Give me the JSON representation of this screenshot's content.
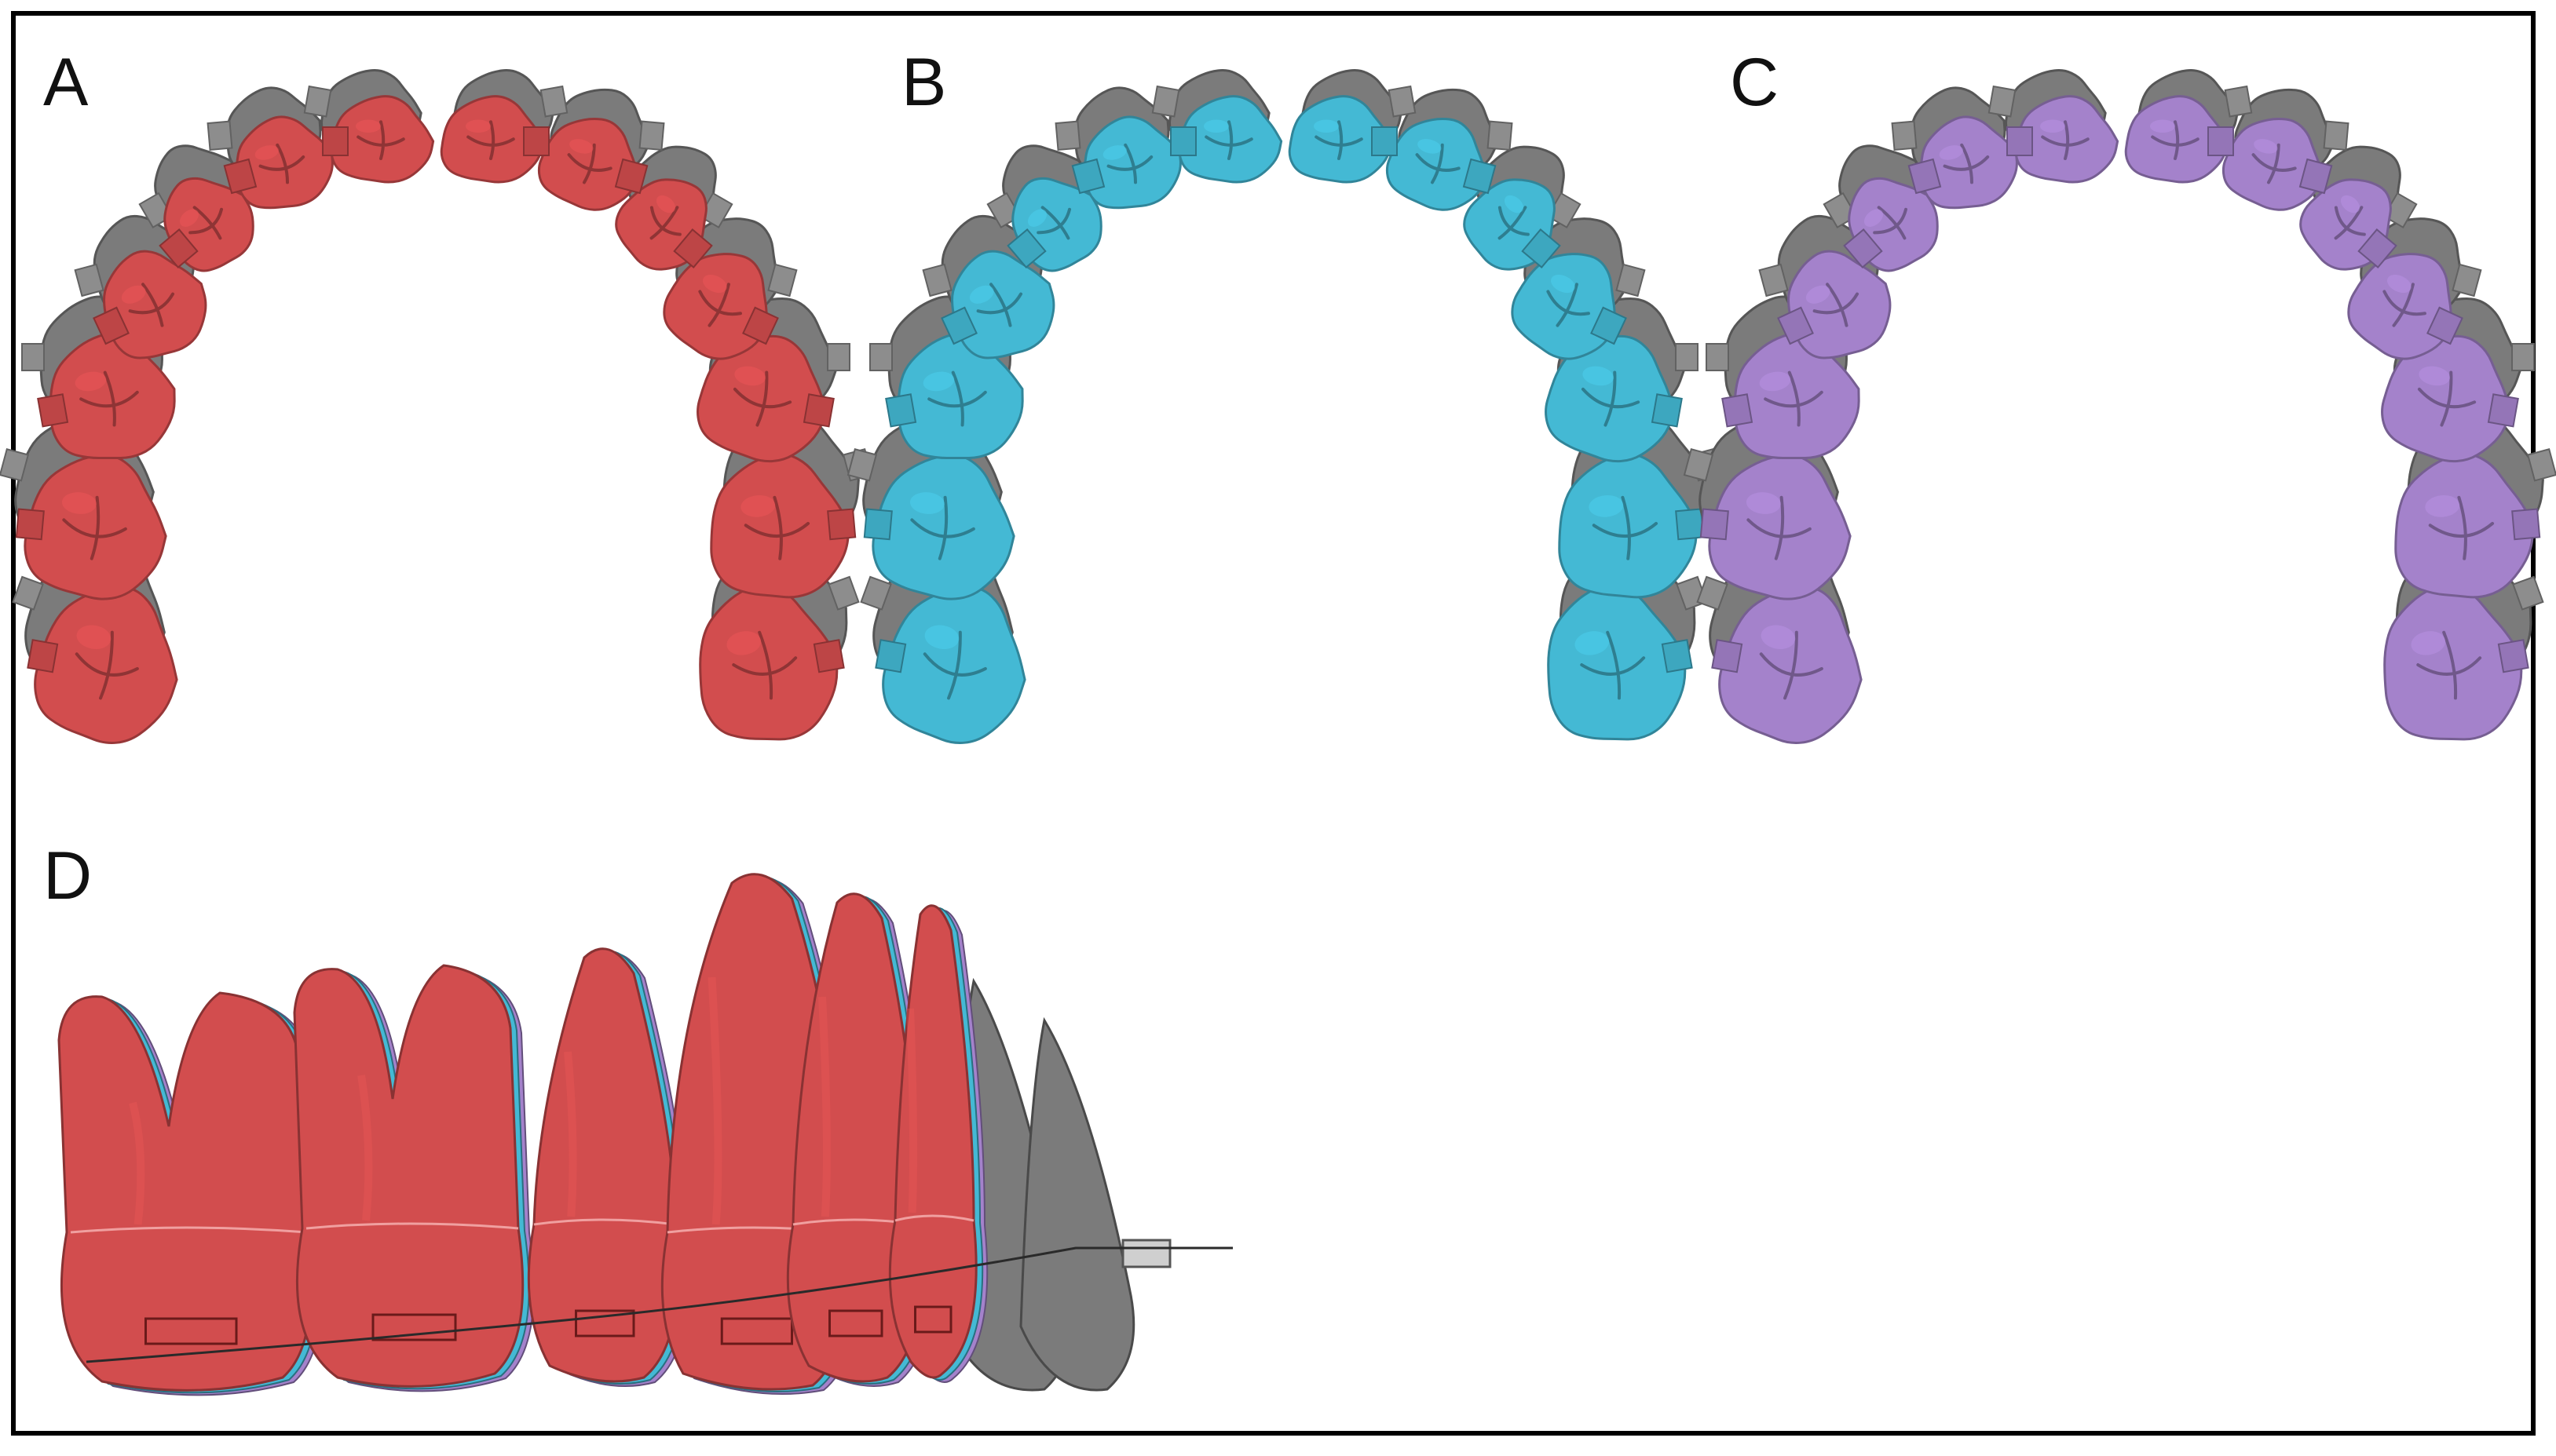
{
  "labels": {
    "a": "A",
    "b": "B",
    "c": "C",
    "d": "D"
  },
  "colors": {
    "panel_a": "#d24d4e",
    "panel_b": "#44b9d4",
    "panel_c": "#a482cb",
    "unmoved": "#7b7b7b",
    "frame": "#000000",
    "background": "#ffffff"
  }
}
